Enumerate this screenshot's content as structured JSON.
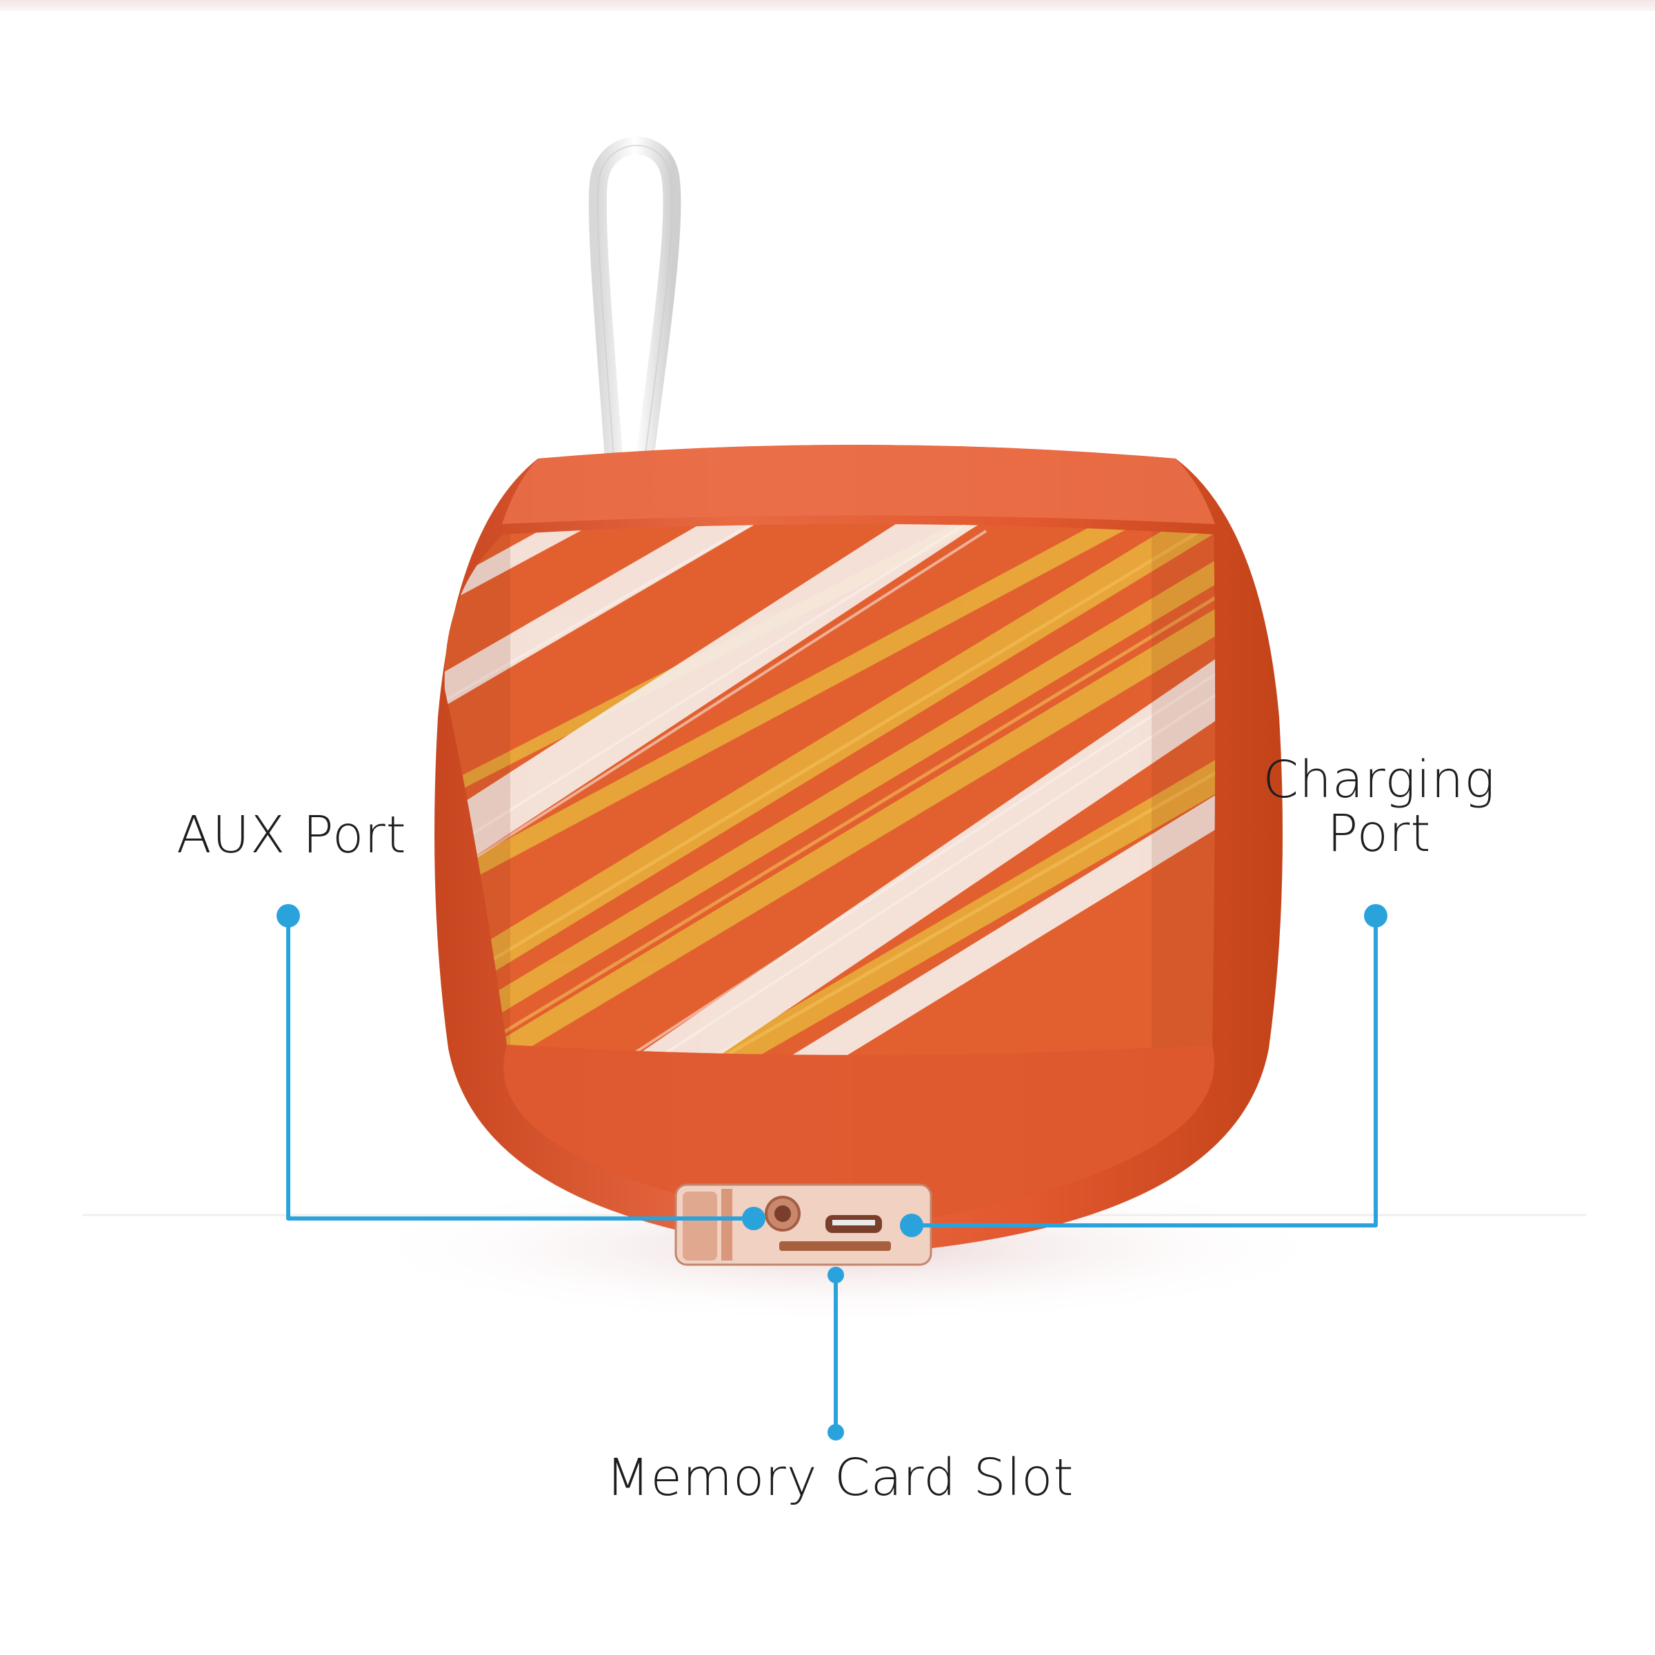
{
  "callouts": {
    "aux_port": "AUX Port",
    "charging_port_line1": "Charging",
    "charging_port_line2": "Port",
    "memory_card_slot": "Memory Card Slot"
  },
  "colors": {
    "callout_line": "#2aa3dc",
    "speaker_body": "#e2582f",
    "stripe_yellow": "#e8a93a",
    "stripe_white": "#f6ece6",
    "strap": "#f4f4f4",
    "port_panel": "#e7b59f"
  }
}
